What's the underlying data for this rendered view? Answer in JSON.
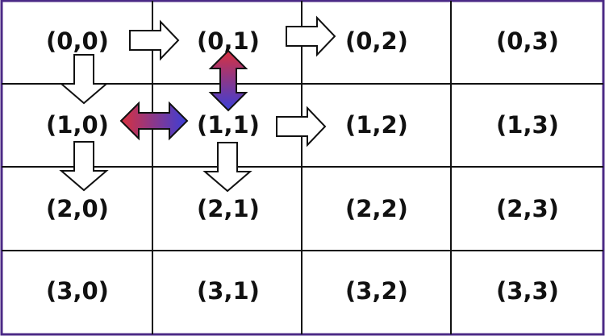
{
  "grid": {
    "rows": 4,
    "cols": 4,
    "border_color": "#4b2a86",
    "line_color": "#111111",
    "labels": [
      [
        "(0,0)",
        "(0,1)",
        "(0,2)",
        "(0,3)"
      ],
      [
        "(1,0)",
        "(1,1)",
        "(1,2)",
        "(1,3)"
      ],
      [
        "(2,0)",
        "(2,1)",
        "(2,2)",
        "(2,3)"
      ],
      [
        "(3,0)",
        "(3,1)",
        "(3,2)",
        "(3,3)"
      ]
    ]
  },
  "arrows": [
    {
      "from": [
        0,
        0
      ],
      "to": [
        0,
        1
      ],
      "style": "outline"
    },
    {
      "from": [
        0,
        1
      ],
      "to": [
        0,
        2
      ],
      "style": "outline"
    },
    {
      "from": [
        0,
        0
      ],
      "to": [
        1,
        0
      ],
      "style": "outline"
    },
    {
      "from": [
        1,
        1
      ],
      "to": [
        1,
        2
      ],
      "style": "outline"
    },
    {
      "from": [
        1,
        0
      ],
      "to": [
        2,
        0
      ],
      "style": "outline"
    },
    {
      "from": [
        1,
        1
      ],
      "to": [
        2,
        1
      ],
      "style": "outline"
    },
    {
      "from": [
        1,
        0
      ],
      "to": [
        1,
        1
      ],
      "style": "gradient-double"
    },
    {
      "from": [
        0,
        1
      ],
      "to": [
        1,
        1
      ],
      "style": "gradient-double"
    }
  ],
  "colors": {
    "gradient_start": "#d8313f",
    "gradient_end": "#3b3fd8",
    "arrow_outline": "#111111",
    "arrow_fill": "#ffffff"
  }
}
